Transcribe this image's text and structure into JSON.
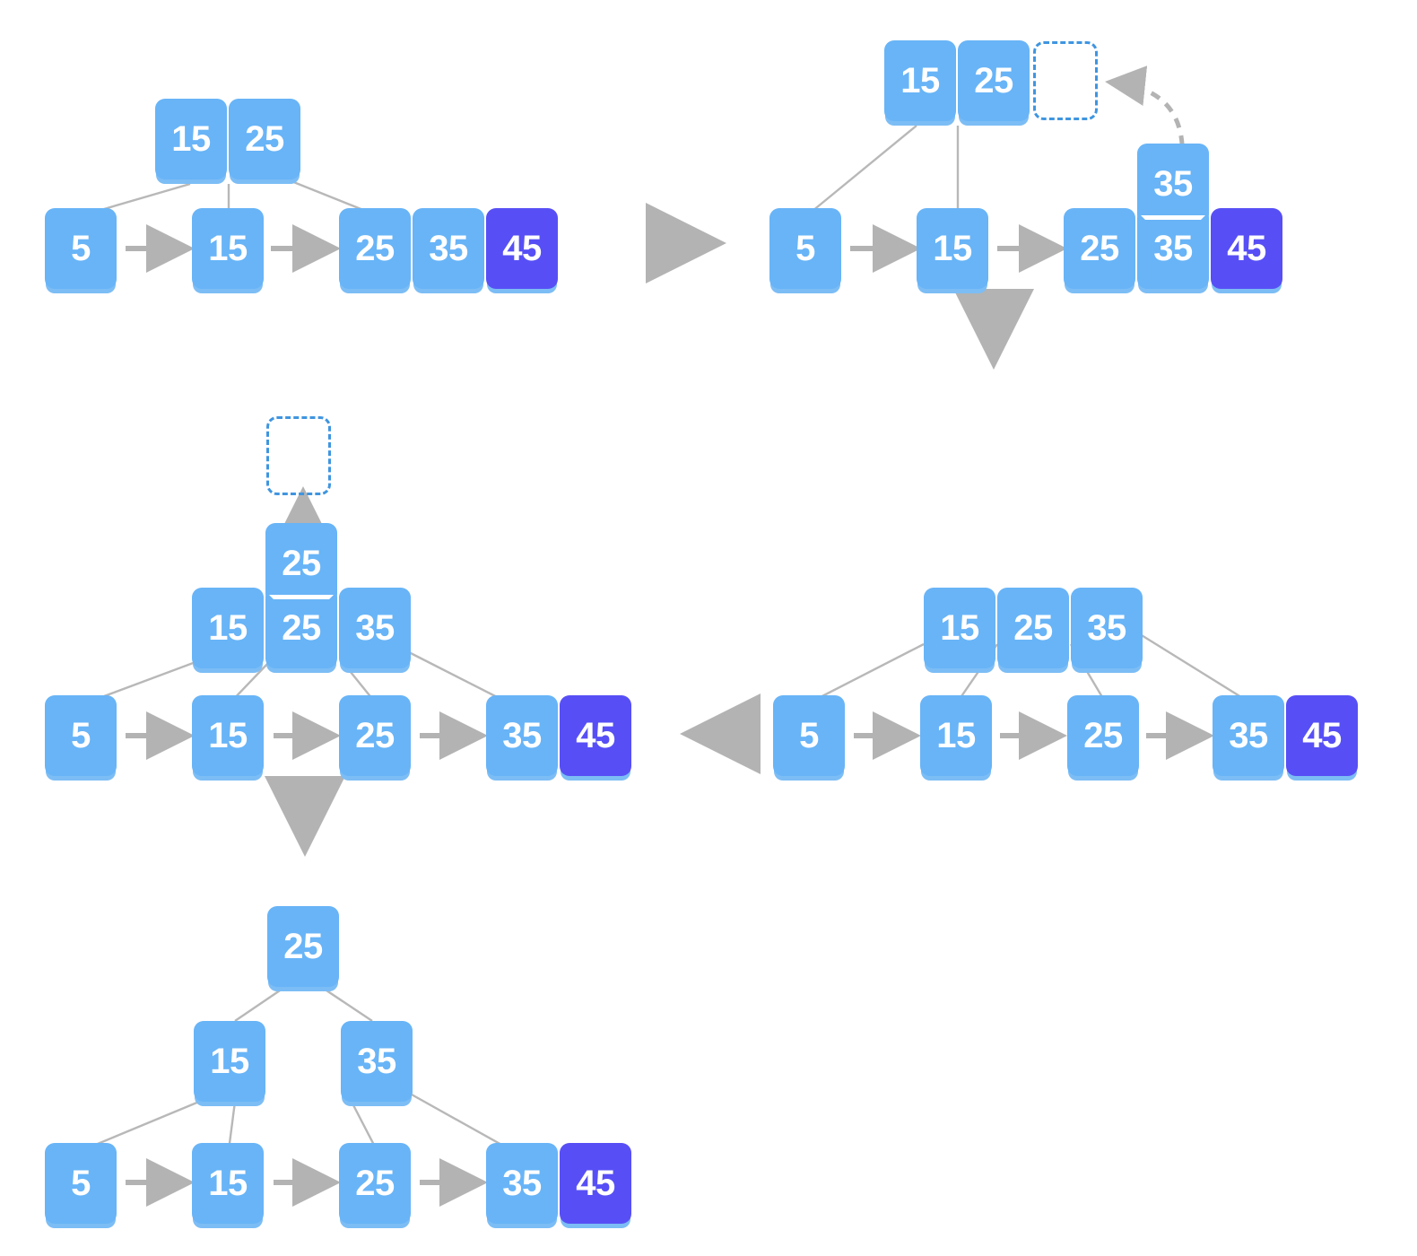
{
  "diagram": {
    "title": "B+ tree insertion split propagation",
    "colors": {
      "leaf_blue": "#68b4f7",
      "highlight_purple": "#574ff5",
      "edge_gray": "#b3b3b3",
      "ghost_dashed_blue": "#3f95e0",
      "background": "#ffffff"
    }
  },
  "panels": [
    {
      "id": "step-1",
      "name": "initial-overfull-leaf",
      "internal": [
        {
          "id": "p1-root",
          "keys": [
            "15",
            "25"
          ]
        }
      ],
      "leaves": [
        {
          "id": "p1-leaf-a",
          "keys": [
            {
              "value": "5",
              "color": "blue"
            }
          ]
        },
        {
          "id": "p1-leaf-b",
          "keys": [
            {
              "value": "15",
              "color": "blue"
            }
          ]
        },
        {
          "id": "p1-leaf-c",
          "keys": [
            {
              "value": "25",
              "color": "blue"
            },
            {
              "value": "35",
              "color": "blue"
            },
            {
              "value": "45",
              "color": "purple"
            }
          ]
        }
      ]
    },
    {
      "id": "step-2",
      "name": "promote-35-to-parent",
      "internal": [
        {
          "id": "p2-root",
          "keys": [
            "15",
            "25"
          ],
          "ghost_slot": true
        }
      ],
      "lifted_key": "35",
      "leaves": [
        {
          "id": "p2-leaf-a",
          "keys": [
            {
              "value": "5",
              "color": "blue"
            }
          ]
        },
        {
          "id": "p2-leaf-b",
          "keys": [
            {
              "value": "15",
              "color": "blue"
            }
          ]
        },
        {
          "id": "p2-leaf-c",
          "keys": [
            {
              "value": "25",
              "color": "blue"
            },
            {
              "value": "35",
              "color": "blue"
            },
            {
              "value": "45",
              "color": "purple"
            }
          ]
        }
      ]
    },
    {
      "id": "step-3",
      "name": "parent-now-has-three-keys",
      "internal": [
        {
          "id": "p3-root",
          "keys": [
            "15",
            "25",
            "35"
          ]
        }
      ],
      "leaves": [
        {
          "id": "p3-leaf-a",
          "keys": [
            {
              "value": "5",
              "color": "blue"
            }
          ]
        },
        {
          "id": "p3-leaf-b",
          "keys": [
            {
              "value": "15",
              "color": "blue"
            }
          ]
        },
        {
          "id": "p3-leaf-c",
          "keys": [
            {
              "value": "25",
              "color": "blue"
            }
          ]
        },
        {
          "id": "p3-leaf-d",
          "keys": [
            {
              "value": "35",
              "color": "blue"
            },
            {
              "value": "45",
              "color": "purple"
            }
          ]
        }
      ]
    },
    {
      "id": "step-4",
      "name": "promote-25-to-new-root",
      "internal": [
        {
          "id": "p4-root",
          "keys": [
            "15",
            "25",
            "35"
          ],
          "ghost_above": true
        }
      ],
      "lifted_key": "25",
      "leaves": [
        {
          "id": "p4-leaf-a",
          "keys": [
            {
              "value": "5",
              "color": "blue"
            }
          ]
        },
        {
          "id": "p4-leaf-b",
          "keys": [
            {
              "value": "15",
              "color": "blue"
            }
          ]
        },
        {
          "id": "p4-leaf-c",
          "keys": [
            {
              "value": "25",
              "color": "blue"
            }
          ]
        },
        {
          "id": "p4-leaf-d",
          "keys": [
            {
              "value": "35",
              "color": "blue"
            },
            {
              "value": "45",
              "color": "purple"
            }
          ]
        }
      ]
    },
    {
      "id": "step-5",
      "name": "final-three-level-tree",
      "root": {
        "id": "p5-root",
        "keys": [
          "25"
        ]
      },
      "internal": [
        {
          "id": "p5-inner-left",
          "keys": [
            "15"
          ]
        },
        {
          "id": "p5-inner-right",
          "keys": [
            "35"
          ]
        }
      ],
      "leaves": [
        {
          "id": "p5-leaf-a",
          "keys": [
            {
              "value": "5",
              "color": "blue"
            }
          ]
        },
        {
          "id": "p5-leaf-b",
          "keys": [
            {
              "value": "15",
              "color": "blue"
            }
          ]
        },
        {
          "id": "p5-leaf-c",
          "keys": [
            {
              "value": "25",
              "color": "blue"
            }
          ]
        },
        {
          "id": "p5-leaf-d",
          "keys": [
            {
              "value": "35",
              "color": "blue"
            },
            {
              "value": "45",
              "color": "purple"
            }
          ]
        }
      ]
    }
  ],
  "flow_arrows": [
    {
      "name": "step1-to-step2",
      "direction": "right"
    },
    {
      "name": "step2-to-step3",
      "direction": "down"
    },
    {
      "name": "step3-to-step4",
      "direction": "left"
    },
    {
      "name": "step4-to-step5",
      "direction": "down"
    }
  ],
  "keys": {
    "p1_root_0": "15",
    "p1_root_1": "25",
    "p1_a_0": "5",
    "p1_b_0": "15",
    "p1_c_0": "25",
    "p1_c_1": "35",
    "p1_c_2": "45",
    "p2_root_0": "15",
    "p2_root_1": "25",
    "p2_lift": "35",
    "p2_a_0": "5",
    "p2_b_0": "15",
    "p2_c_0": "25",
    "p2_c_1": "35",
    "p2_c_2": "45",
    "p3_root_0": "15",
    "p3_root_1": "25",
    "p3_root_2": "35",
    "p3_a_0": "5",
    "p3_b_0": "15",
    "p3_c_0": "25",
    "p3_d_0": "35",
    "p3_d_1": "45",
    "p4_root_0": "15",
    "p4_root_1": "25",
    "p4_root_2": "35",
    "p4_lift": "25",
    "p4_a_0": "5",
    "p4_b_0": "15",
    "p4_c_0": "25",
    "p4_d_0": "35",
    "p4_d_1": "45",
    "p5_root_0": "25",
    "p5_in_l_0": "15",
    "p5_in_r_0": "35",
    "p5_a_0": "5",
    "p5_b_0": "15",
    "p5_c_0": "25",
    "p5_d_0": "35",
    "p5_d_1": "45"
  }
}
